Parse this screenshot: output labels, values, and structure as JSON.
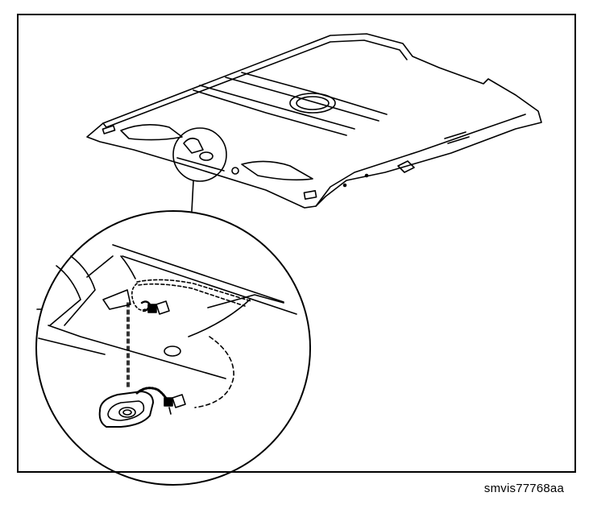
{
  "figure": {
    "caption": "smvis77768aa",
    "parts": [
      {
        "name": "headliner"
      },
      {
        "name": "dome-lamp"
      },
      {
        "name": "wire-connector"
      }
    ]
  }
}
